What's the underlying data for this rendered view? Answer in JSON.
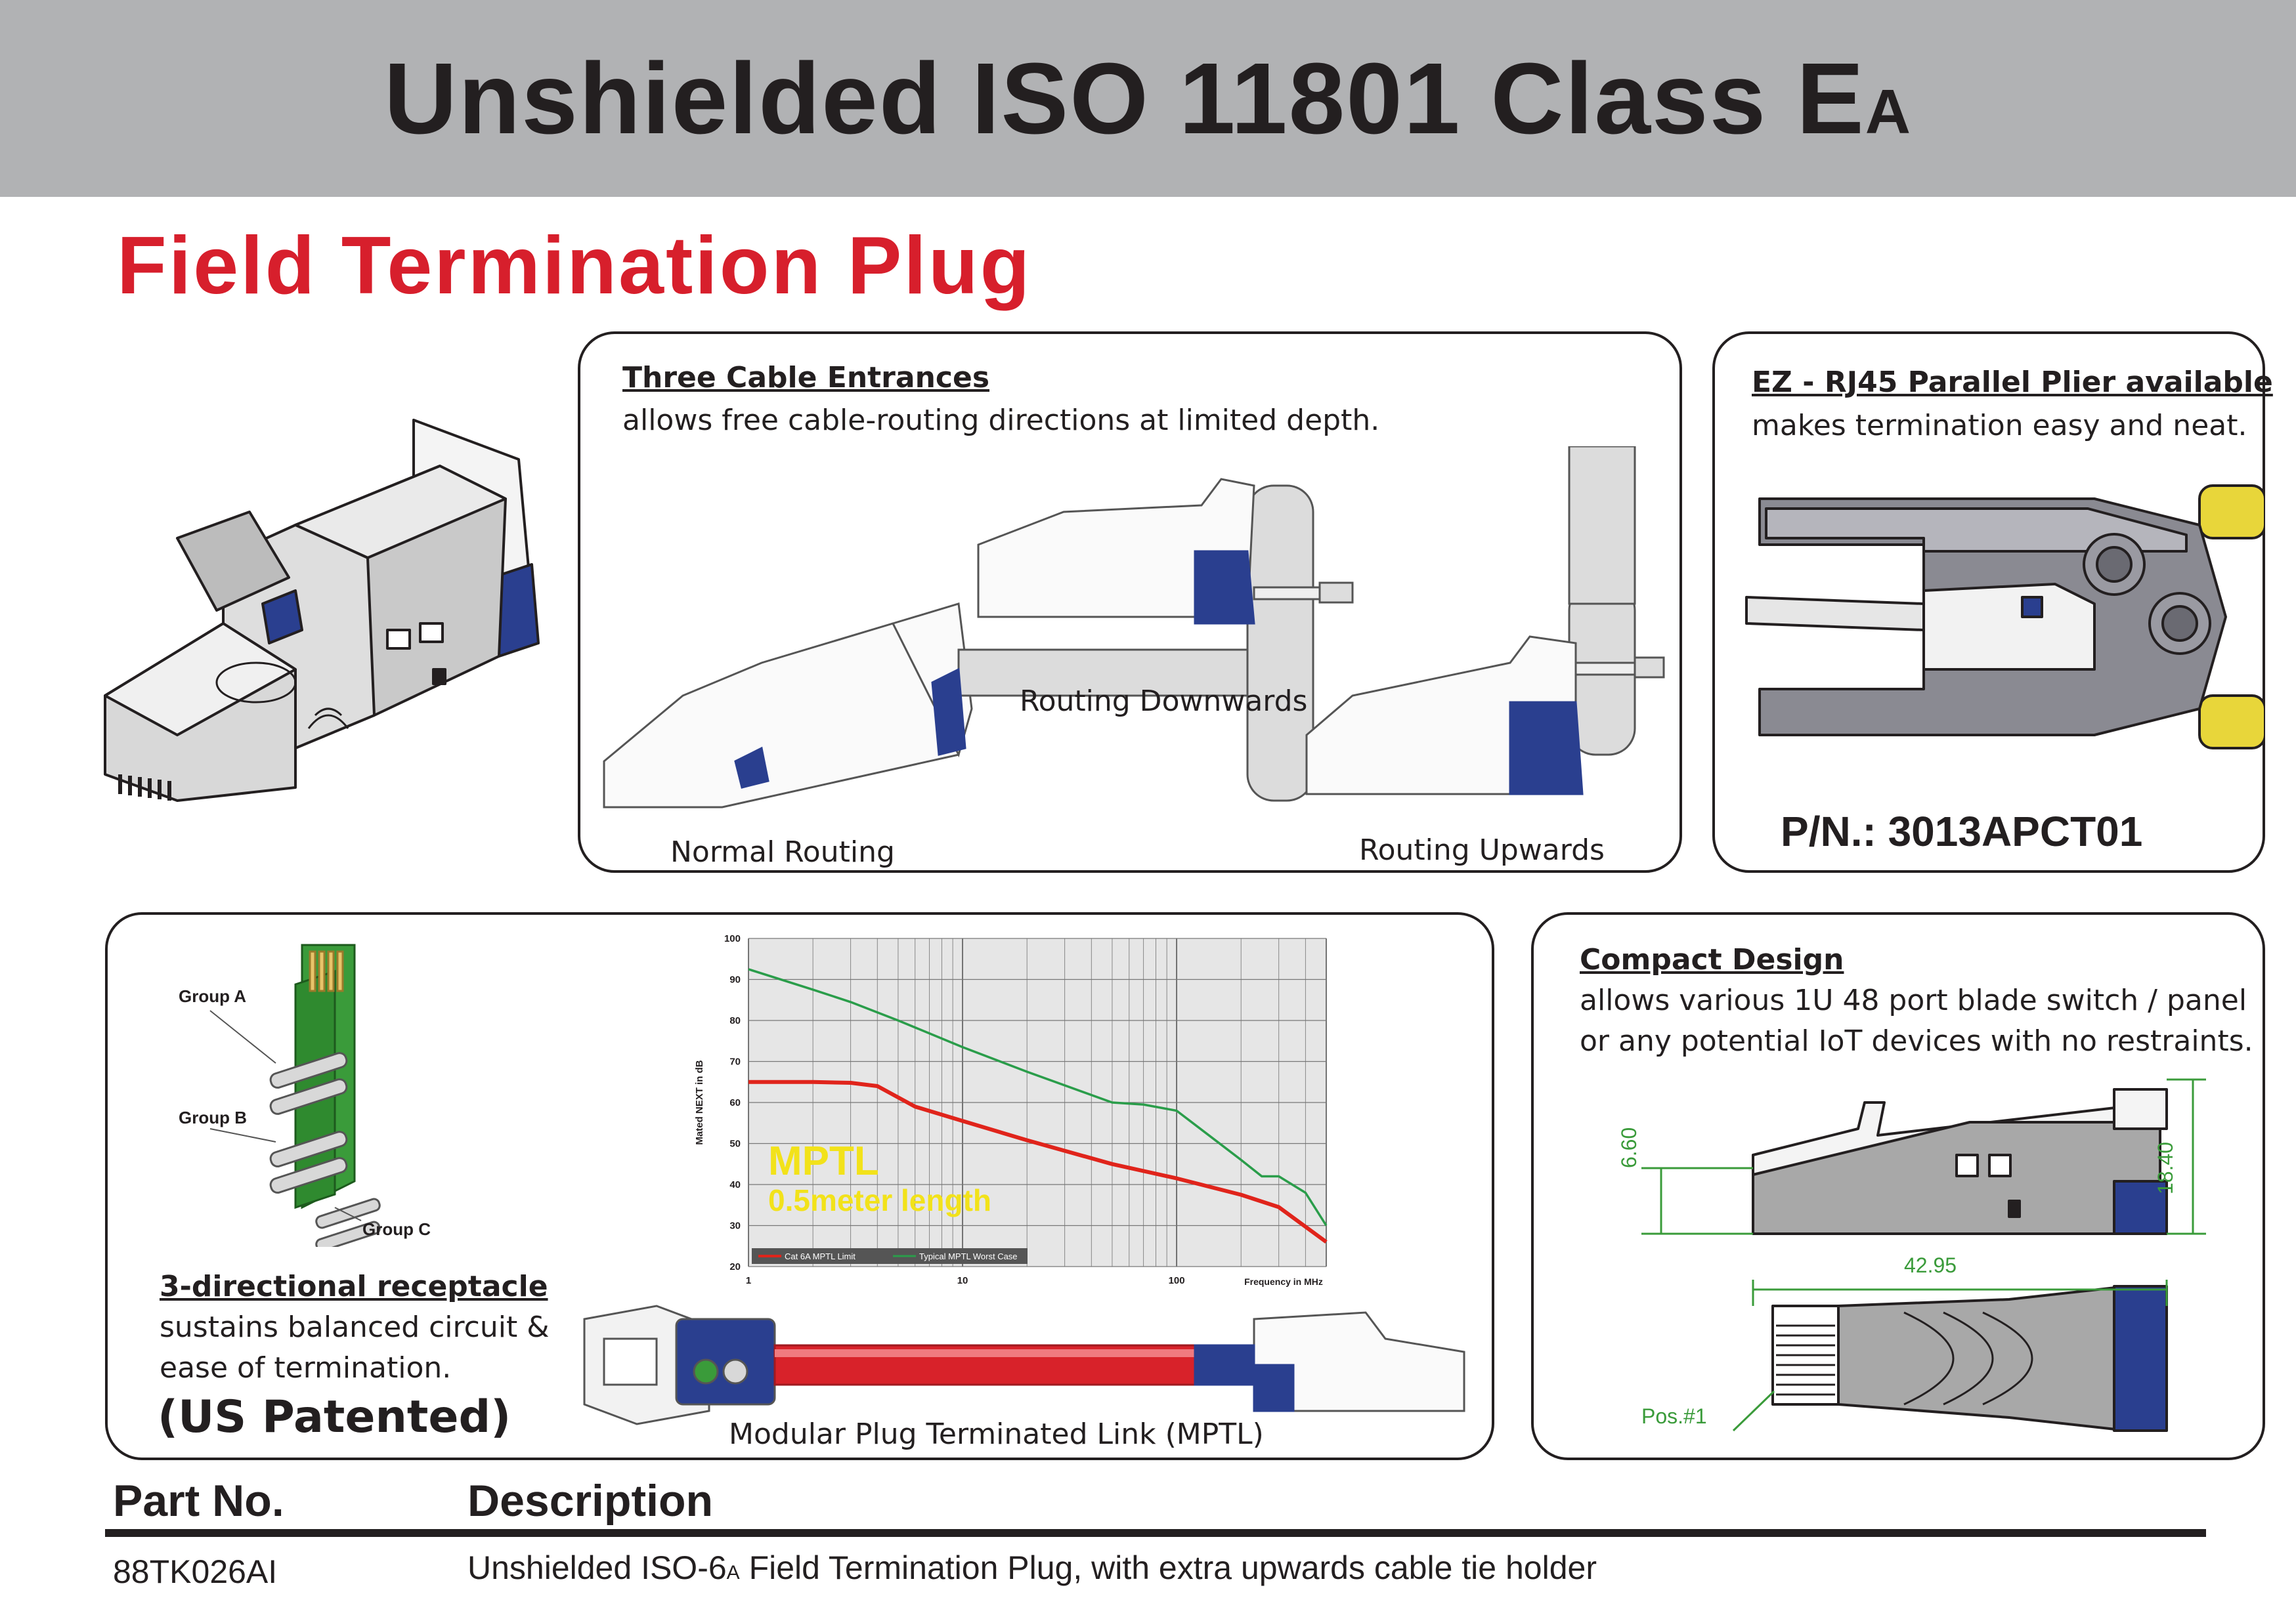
{
  "header": {
    "title_main": "Unshielded ISO 11801 Class E",
    "title_sub": "A",
    "product_title": "Field Termination Plug"
  },
  "cable_entrances": {
    "heading": "Three Cable Entrances",
    "description": "allows free cable-routing directions at limited depth.",
    "labels": {
      "normal": "Normal Routing",
      "downwards": "Routing Downwards",
      "upwards": "Routing Upwards"
    }
  },
  "plier": {
    "heading": "EZ - RJ45 Parallel Plier available",
    "description": "makes termination easy and neat.",
    "part_number": "P/N.: 3013APCT01"
  },
  "receptacle": {
    "group_a": "Group A",
    "group_b": "Group B",
    "group_c": "Group C",
    "heading": "3-directional receptacle",
    "description_line1": "sustains balanced circuit &",
    "description_line2": "ease of termination.",
    "patent": "(US Patented)"
  },
  "chart_data": {
    "type": "line",
    "title": "",
    "xlabel": "Frequency in MHz",
    "ylabel": "Mated NEXT in dB",
    "xscale": "log",
    "xlim": [
      1,
      500
    ],
    "ylim": [
      20,
      100
    ],
    "x_ticks": [
      "1",
      "10",
      "100"
    ],
    "y_ticks": [
      "20",
      "30",
      "40",
      "50",
      "60",
      "70",
      "80",
      "90",
      "100"
    ],
    "grid": true,
    "legend": "bottom-left",
    "overlay_line1": "MPTL",
    "overlay_line2": "0.5meter length",
    "overlay_color": "#f2e21a",
    "series": [
      {
        "name": "Cat 6A MPTL Limit",
        "color": "#e0241b",
        "x": [
          1,
          2,
          3,
          4,
          6,
          10,
          20,
          50,
          100,
          200,
          300,
          500
        ],
        "y": [
          65,
          65,
          64.8,
          64,
          59,
          55.5,
          50.8,
          45,
          41.5,
          37.5,
          34.5,
          26
        ]
      },
      {
        "name": "Typical MPTL Worst Case",
        "color": "#2a9d4a",
        "x": [
          1,
          2,
          3,
          5,
          10,
          20,
          50,
          70,
          100,
          150,
          200,
          250,
          300,
          400,
          500
        ],
        "y": [
          92.5,
          87.5,
          84.5,
          80,
          73.5,
          67.5,
          60,
          59.5,
          58,
          51,
          46,
          42,
          42,
          38,
          30
        ]
      }
    ]
  },
  "mptl": {
    "caption": "Modular Plug Terminated Link (MPTL)"
  },
  "compact": {
    "heading": "Compact Design",
    "description_line1": "allows various 1U 48 port blade switch / panel",
    "description_line2": "or any potential IoT devices with no restraints.",
    "dim_height_small": "6.60",
    "dim_height_large": "18.40",
    "dim_length": "42.95",
    "pos_label": "Pos.#1"
  },
  "parts_table": {
    "col_part": "Part No.",
    "col_desc": "Description",
    "rows": [
      {
        "part": "88TK026AI",
        "desc_pre": "Unshielded ISO-6",
        "desc_sub": "A",
        "desc_post": " Field Termination Plug, with extra upwards cable tie holder"
      }
    ]
  },
  "colors": {
    "header_band": "#b1b2b4",
    "product_title": "#d71f2c",
    "accent_blue": "#2a3f8f",
    "pcb_green": "#3a9b3a",
    "cable_red": "#d8222a",
    "plier_yellow": "#e8d63a",
    "dimension_green": "#3a9b3a"
  }
}
